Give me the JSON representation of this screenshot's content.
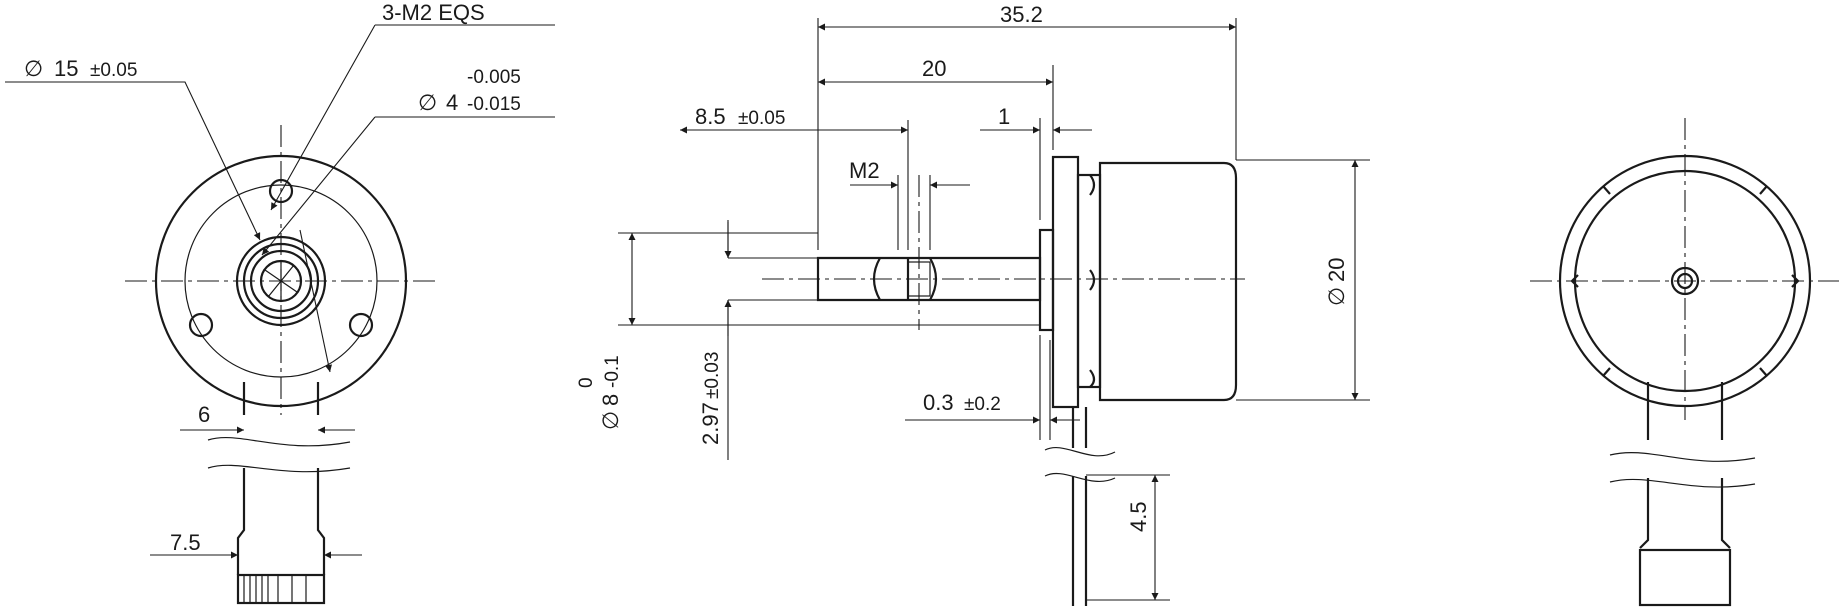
{
  "front_view": {
    "hole_callout": "3-M2 EQS",
    "outer_diameter": "15",
    "outer_diameter_tol": "±0.05",
    "shaft_diameter": "4",
    "shaft_tol_upper": "-0.005",
    "shaft_tol_lower": "-0.015",
    "cable_width": "6",
    "connector_width": "7.5"
  },
  "side_view": {
    "total_length": "35.2",
    "shaft_length": "20",
    "thread_position": "8.5",
    "thread_position_tol": "±0.05",
    "flange_thickness": "1",
    "thread_label": "M2",
    "body_diameter": "20",
    "shaft_diam_value": "8",
    "shaft_diam_tol_upper": "0",
    "shaft_diam_tol_lower": "-0.1",
    "flat_height": "2.97",
    "flat_height_tol": "±0.03",
    "gap": "0.3",
    "gap_tol": "±0.2",
    "pin_length": "4.5"
  },
  "symbols": {
    "diameter": "∅"
  }
}
